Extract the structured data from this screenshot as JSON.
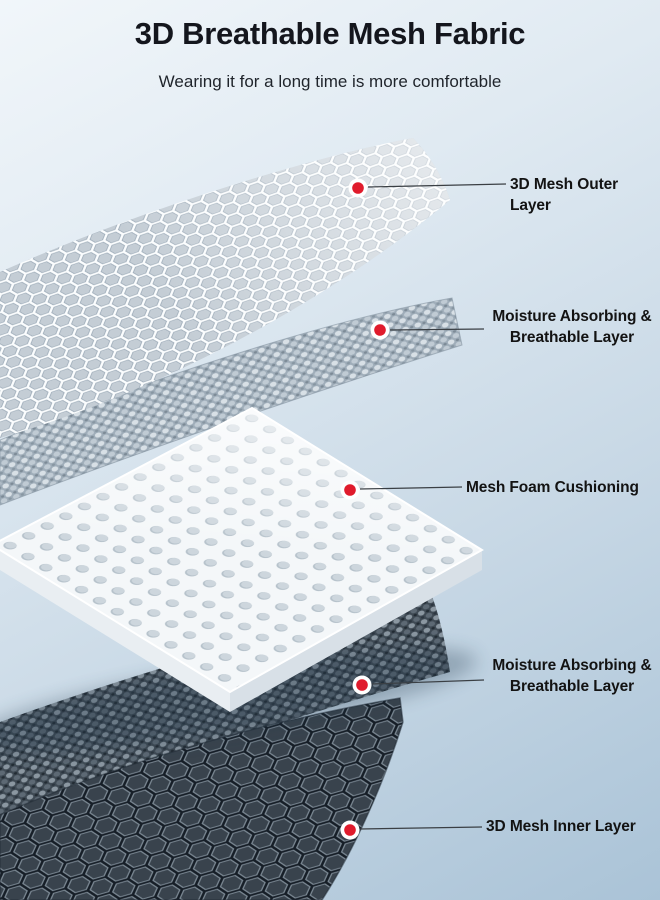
{
  "header": {
    "title": "3D Breathable Mesh Fabric",
    "subtitle": "Wearing it for a long time is more comfortable"
  },
  "callouts": [
    {
      "label": "3D Mesh Outer Layer"
    },
    {
      "label": "Moisture Absorbing &\nBreathable Layer"
    },
    {
      "label": "Mesh Foam Cushioning"
    },
    {
      "label": "Moisture Absorbing &\nBreathable Layer"
    },
    {
      "label": "3D Mesh Inner Layer"
    }
  ],
  "layers": [
    {
      "name": "3D Mesh Outer Layer"
    },
    {
      "name": "Moisture Absorbing & Breathable Layer (top)"
    },
    {
      "name": "Mesh Foam Cushioning"
    },
    {
      "name": "Moisture Absorbing & Breathable Layer (bottom)"
    },
    {
      "name": "3D Mesh Inner Layer"
    }
  ],
  "colors": {
    "marker": "#e01b2c",
    "marker_ring": "#ffffff",
    "text": "#131313",
    "line": "#3a3f44"
  }
}
